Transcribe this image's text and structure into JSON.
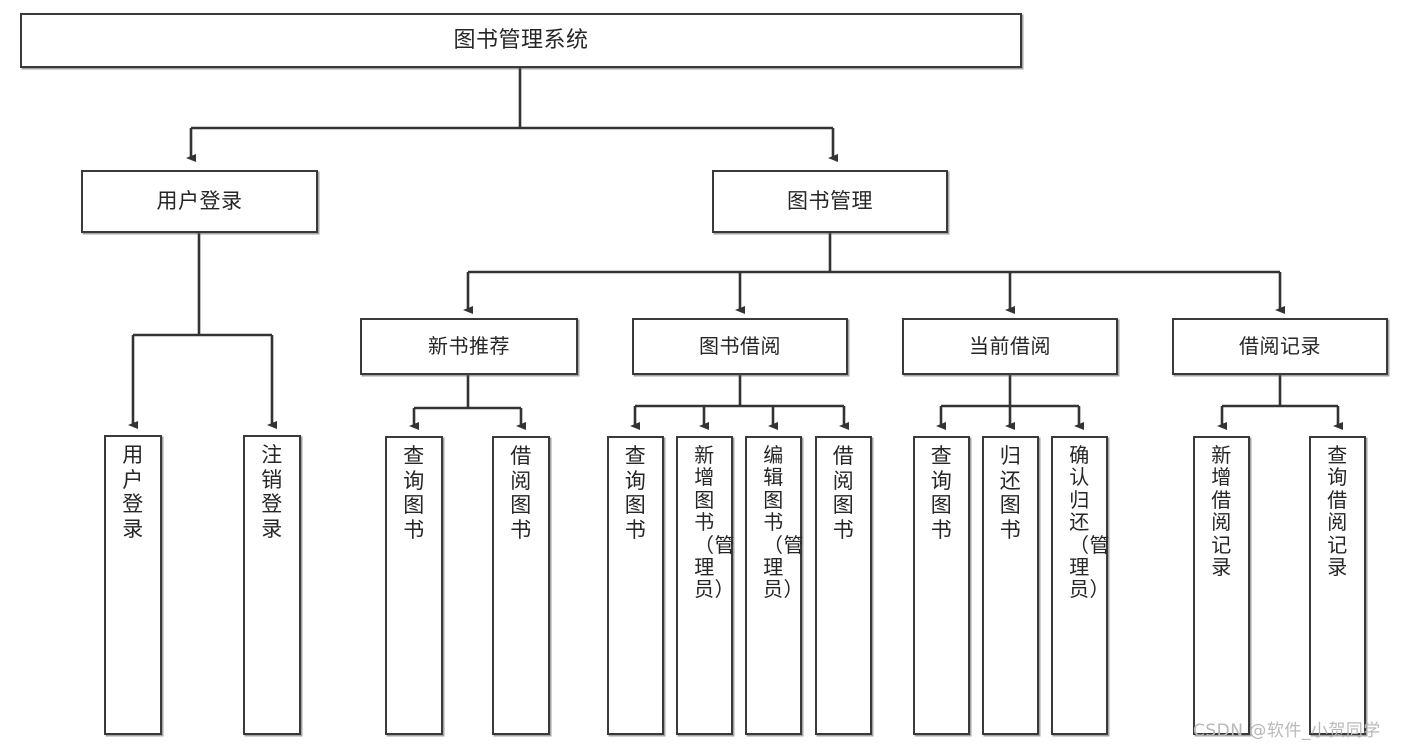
{
  "diagram": {
    "title": "图书管理系统",
    "type": "hierarchy-tree",
    "levels": 4,
    "root": {
      "id": "root",
      "label": "图书管理系统"
    },
    "level2": [
      {
        "id": "user-login",
        "label": "用户登录"
      },
      {
        "id": "book-manage",
        "label": "图书管理"
      }
    ],
    "level3": [
      {
        "id": "new-book-recommend",
        "label": "新书推荐",
        "parent": "book-manage"
      },
      {
        "id": "book-borrow",
        "label": "图书借阅",
        "parent": "book-manage"
      },
      {
        "id": "current-borrow",
        "label": "当前借阅",
        "parent": "book-manage"
      },
      {
        "id": "borrow-record",
        "label": "借阅记录",
        "parent": "book-manage"
      }
    ],
    "leaves": [
      {
        "id": "leaf-user-login",
        "label": "用户登录",
        "parent": "user-login"
      },
      {
        "id": "leaf-user-logout",
        "label": "注销登录",
        "parent": "user-login"
      },
      {
        "id": "leaf-query-book-1",
        "label": "查询图书",
        "parent": "new-book-recommend"
      },
      {
        "id": "leaf-borrow-book-1",
        "label": "借阅图书",
        "parent": "new-book-recommend"
      },
      {
        "id": "leaf-query-book-2",
        "label": "查询图书",
        "parent": "book-borrow"
      },
      {
        "id": "leaf-add-book",
        "label": "新增图书（管理员）",
        "parent": "book-borrow"
      },
      {
        "id": "leaf-edit-book",
        "label": "编辑图书（管理员）",
        "parent": "book-borrow"
      },
      {
        "id": "leaf-borrow-book-2",
        "label": "借阅图书",
        "parent": "book-borrow"
      },
      {
        "id": "leaf-query-book-3",
        "label": "查询图书",
        "parent": "current-borrow"
      },
      {
        "id": "leaf-return-book",
        "label": "归还图书",
        "parent": "current-borrow"
      },
      {
        "id": "leaf-confirm-return",
        "label": "确认归还（管理员）",
        "parent": "current-borrow"
      },
      {
        "id": "leaf-add-record",
        "label": "新增借阅记录",
        "parent": "borrow-record"
      },
      {
        "id": "leaf-query-record",
        "label": "查询借阅记录",
        "parent": "borrow-record"
      }
    ],
    "colors": {
      "box_border": "#3a3a3a",
      "box_fill": "#ffffff",
      "connector": "#333333",
      "text": "#262626",
      "background": "#ffffff",
      "watermark": "#b9b9b9"
    }
  },
  "watermark": {
    "text": "CSDN @软件_小贺同学"
  }
}
